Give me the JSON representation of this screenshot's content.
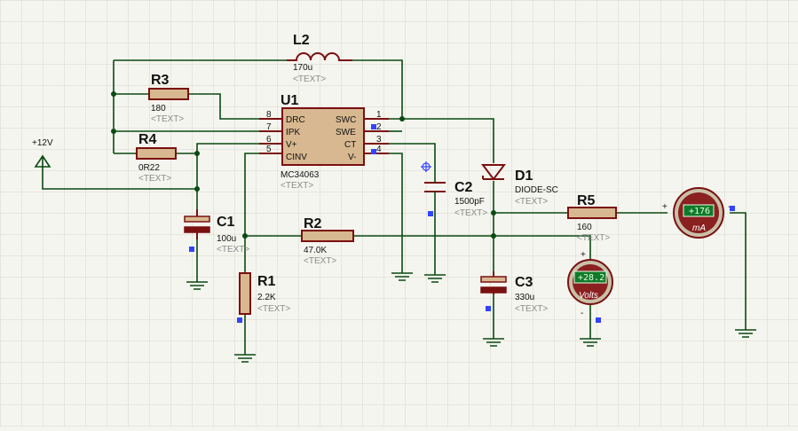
{
  "supply": {
    "label": "+12V"
  },
  "components": {
    "L2": {
      "ref": "L2",
      "value": "170u",
      "ph": "<TEXT>"
    },
    "R3": {
      "ref": "R3",
      "value": "180",
      "ph": "<TEXT>"
    },
    "R4": {
      "ref": "R4",
      "value": "0R22",
      "ph": "<TEXT>"
    },
    "U1": {
      "ref": "U1",
      "value": "MC34063",
      "ph": "<TEXT>",
      "pins_left": [
        {
          "num": "8",
          "name": "DRC"
        },
        {
          "num": "7",
          "name": "IPK"
        },
        {
          "num": "6",
          "name": "V+"
        },
        {
          "num": "5",
          "name": "CINV"
        }
      ],
      "pins_right": [
        {
          "num": "1",
          "name": "SWC"
        },
        {
          "num": "2",
          "name": "SWE"
        },
        {
          "num": "3",
          "name": "CT"
        },
        {
          "num": "4",
          "name": "V-"
        }
      ]
    },
    "C1": {
      "ref": "C1",
      "value": "100u",
      "ph": "<TEXT>"
    },
    "R2": {
      "ref": "R2",
      "value": "47.0K",
      "ph": "<TEXT>"
    },
    "R1": {
      "ref": "R1",
      "value": "2.2K",
      "ph": "<TEXT>"
    },
    "C2": {
      "ref": "C2",
      "value": "1500pF",
      "ph": "<TEXT>"
    },
    "D1": {
      "ref": "D1",
      "value": "DIODE-SC",
      "ph": "<TEXT>"
    },
    "C3": {
      "ref": "C3",
      "value": "330u",
      "ph": "<TEXT>"
    },
    "R5": {
      "ref": "R5",
      "value": "160",
      "ph": "<TEXT>"
    }
  },
  "meters": {
    "voltmeter": {
      "reading": "+28.2",
      "unit": "Volts",
      "plus": "+",
      "minus": "-"
    },
    "ammeter": {
      "reading": "+176",
      "unit": "mA",
      "plus": "+",
      "minus": "-"
    }
  },
  "colors": {
    "background": "#f5f5ef",
    "grid": "#d6d6cc",
    "wire": "#0a4a12",
    "component": "#7a1010",
    "probe": "#3344ff",
    "lcd": "#0f7a28"
  }
}
